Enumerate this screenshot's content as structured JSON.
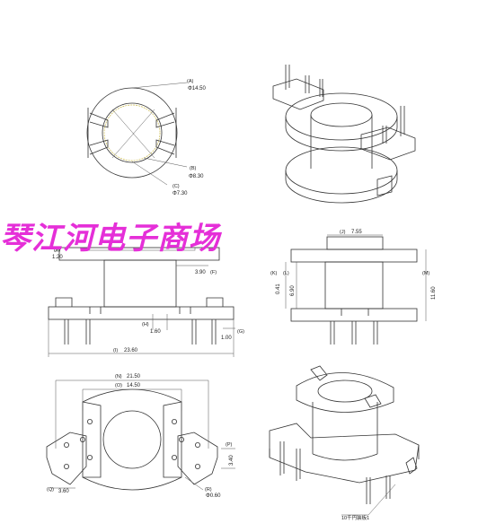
{
  "watermark": "琴江河电子商场",
  "top_view": {
    "a_label": "(A)",
    "a_value": "Φ14.50",
    "b_label": "(B)",
    "b_value": "Φ8.30",
    "c_label": "(C)",
    "c_value": "Φ7.30"
  },
  "side_view": {
    "e_label": "(E)",
    "e_value": "1.20",
    "f_label": "(F)",
    "f_value": "3.90",
    "h_label": "(H)",
    "h_value": "1.60",
    "g_label": "(G)",
    "g_value": "1.00",
    "i_label": "(I)",
    "i_value": "23.60"
  },
  "right_side_view": {
    "j_label": "(J)",
    "j_value": "7.55",
    "k_label": "(K)",
    "k_value": "0.41",
    "l_label": "(L)",
    "l_value": "6.90",
    "m_label": "(M)",
    "m_value": "11.60"
  },
  "bottom_view": {
    "n_label": "(N)",
    "n_value": "21.50",
    "o_label": "(O)",
    "o_value": "14.50",
    "p_label": "(P)",
    "p_value": "3.40",
    "q_label": "(Q)",
    "q_value": "3.60",
    "r_label": "(R)",
    "r_value": "Φ0.60"
  },
  "iso_bottom": {
    "callout": "10千円装板1"
  }
}
